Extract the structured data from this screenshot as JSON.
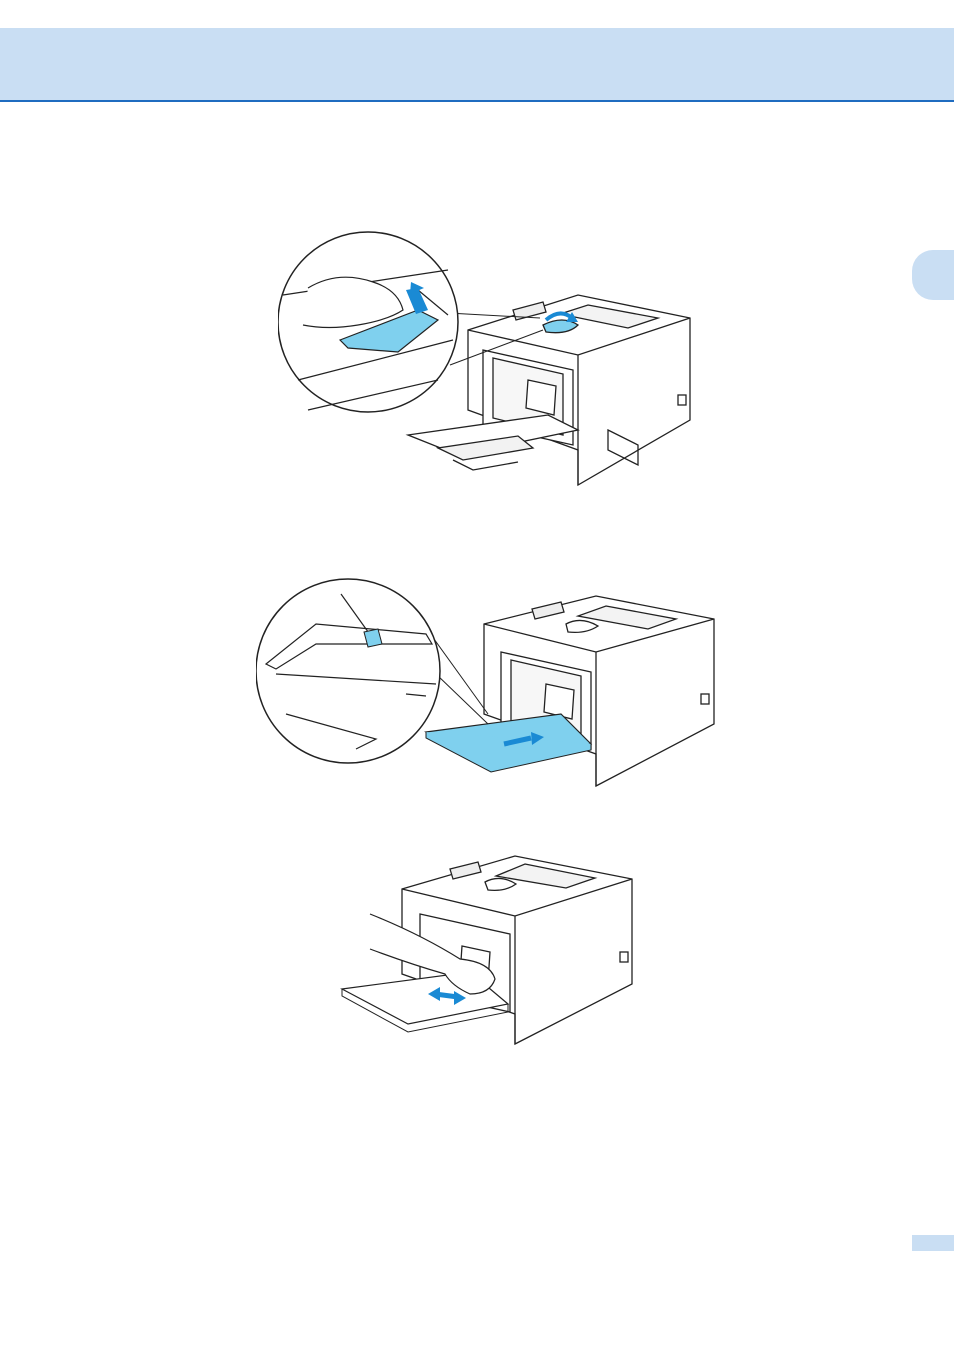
{
  "header": {
    "title": ""
  },
  "chapter_tab": {
    "label": ""
  },
  "footer": {
    "page_number": ""
  },
  "figures": [
    {
      "name": "open-support-flap"
    },
    {
      "name": "load-paper-mp-tray"
    },
    {
      "name": "adjust-paper-guides"
    }
  ],
  "colors": {
    "header_band": "#c9def3",
    "header_rule": "#1f6cc0",
    "highlight_blue": "#7fd0ee",
    "arrow_blue": "#1a8ad4",
    "line": "#222222"
  }
}
